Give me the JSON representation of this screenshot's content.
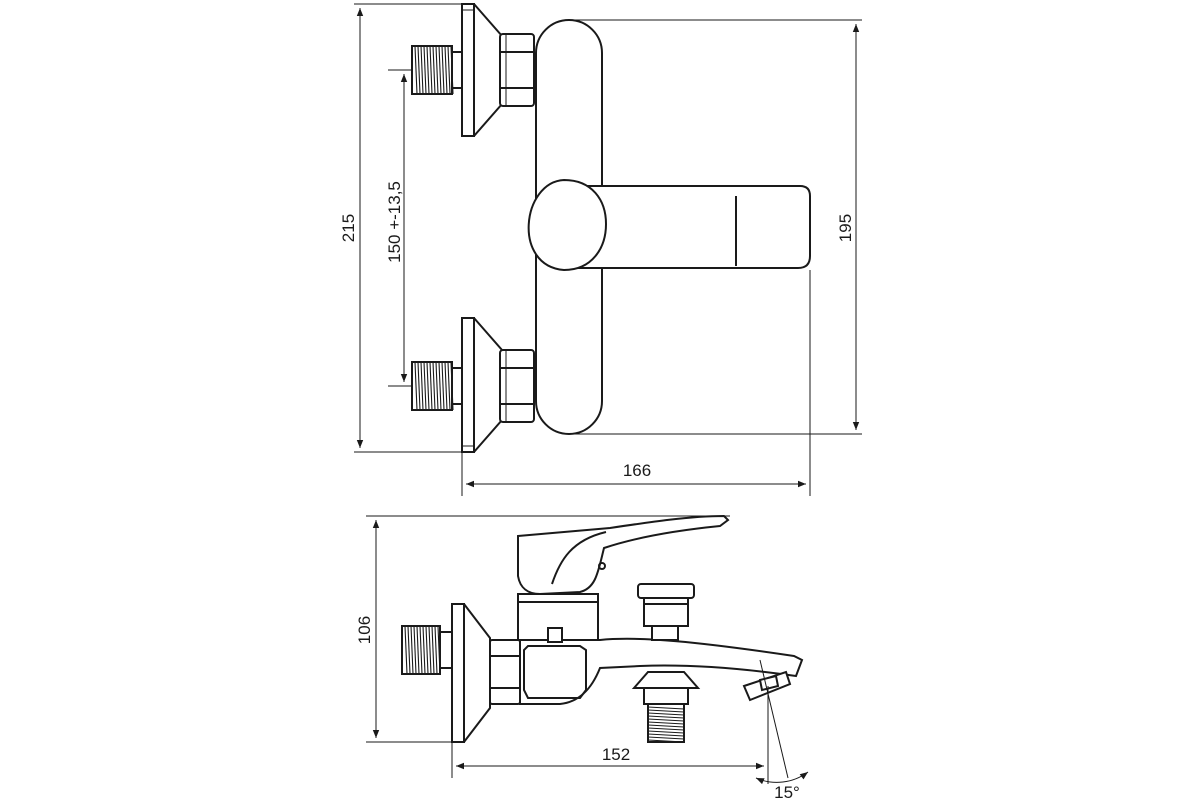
{
  "dimensions": {
    "total_height": "215",
    "eccentric_spacing": "150 +-13,5",
    "body_height": "195",
    "top_depth": "166",
    "side_height": "106",
    "spout_reach": "152",
    "spout_angle": "15°"
  }
}
